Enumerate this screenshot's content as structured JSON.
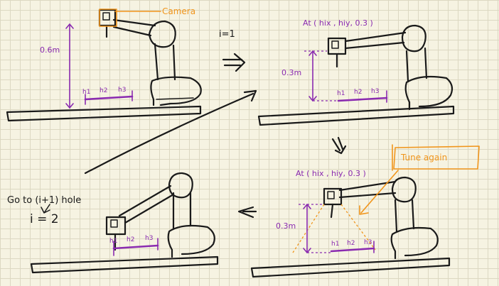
{
  "annotations": {
    "camera_label": "Camera",
    "height_initial": "0.6m",
    "height_approach": "0.3m",
    "iteration_init": "i=1",
    "position_label": "At ( hix , hiy, 0.3 )",
    "tune_again": "Tune again",
    "next_hole": "Go to (i+1) hole",
    "iteration_next": "i = 2",
    "hole_1": "h1",
    "hole_2": "h2",
    "hole_3": "h3"
  },
  "colors": {
    "ink": "#1a1a1a",
    "purple": "#8a2bb0",
    "orange": "#f0951c",
    "paper": "#f6f3e2",
    "grid": "#dcd8c2"
  }
}
